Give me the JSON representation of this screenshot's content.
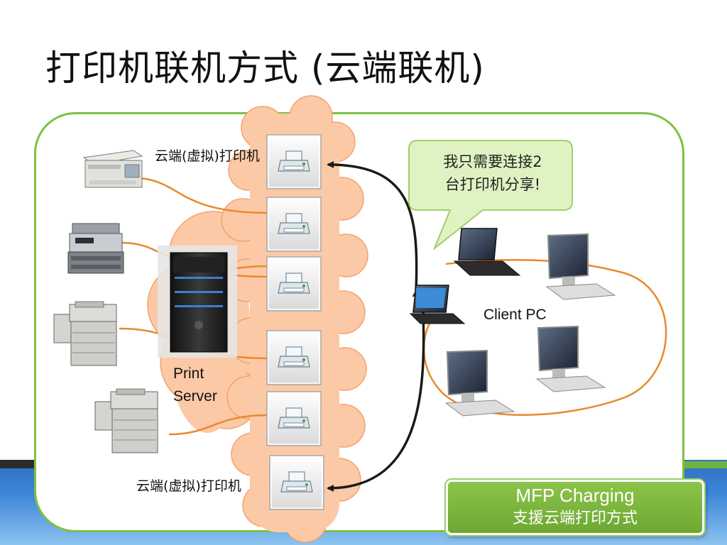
{
  "slide": {
    "title": "打印机联机方式 (云端联机)"
  },
  "labels": {
    "virtual_printer_top": "云端(虚拟)打印机",
    "virtual_printer_bottom": "云端(虚拟)打印机",
    "print_server_line1": "Print",
    "print_server_line2": "Server",
    "client_pc": "Client PC"
  },
  "callout": {
    "line1": "我只需要连接2",
    "line2": "台打印机分享!"
  },
  "mfp_box": {
    "line1": "MFP Charging",
    "line2": "支援云端打印方式"
  },
  "colors": {
    "panel_border": "#7ec142",
    "cable": "#e8892a",
    "cloud_fill": "#fcc9a6",
    "callout_fill": "#dff3c2",
    "mfp_fill": "#76b13a",
    "bottom_band": "#3d86d8"
  }
}
